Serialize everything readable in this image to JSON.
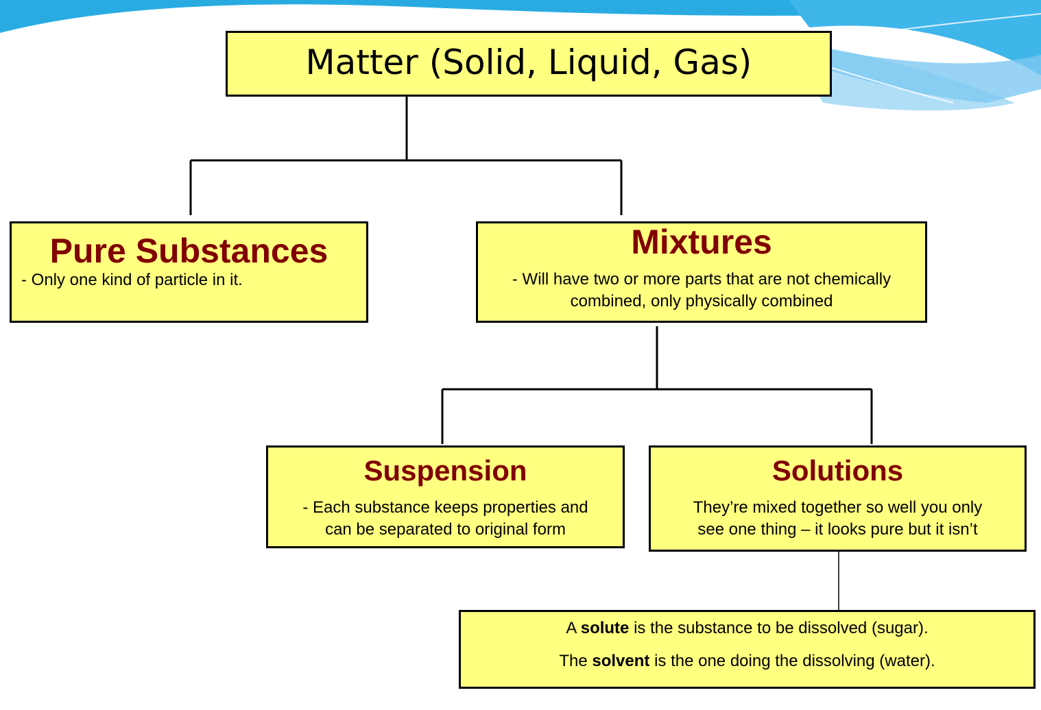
{
  "matter": {
    "title": "Matter (Solid, Liquid, Gas)"
  },
  "pure": {
    "heading": "Pure Substances",
    "description": "- Only one kind of particle in it."
  },
  "mixtures": {
    "heading": "Mixtures",
    "line1": "- Will have two or more parts that are not chemically",
    "line2": "combined, only physically combined"
  },
  "suspension": {
    "heading": "Suspension",
    "line1": "- Each substance keeps properties and",
    "line2": "can be separated to original form"
  },
  "solutions": {
    "heading": "Solutions",
    "line1": "They’re mixed together so well you only",
    "line2": "see one thing – it looks pure but it isn’t"
  },
  "note": {
    "solute_prefix": "A ",
    "solute_term": "solute",
    "solute_suffix": " is the substance to be dissolved (sugar).",
    "solvent_prefix": "The ",
    "solvent_term": "solvent",
    "solvent_suffix": " is the one doing the dissolving (water)."
  },
  "colors": {
    "box_fill": "#ffff80",
    "heading_text": "#800000",
    "wave_blue": "#29abe2",
    "wave_light": "#7ec8f0"
  }
}
